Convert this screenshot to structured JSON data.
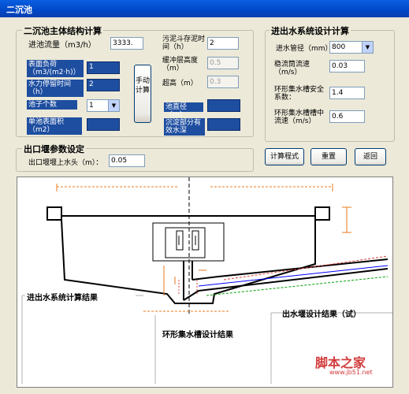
{
  "window": {
    "title": "二沉池"
  },
  "main_structure": {
    "title": "二沉池主体结构计算",
    "inflow_label": "进池流量（m3/h）",
    "inflow_value": "3333.",
    "sludge_time_label": "污泥斗存泥时间（h）",
    "sludge_time_value": "2",
    "surface_load_label": "表面负荷（m3/(m2·h)）",
    "surface_load_value": "1",
    "hold_time_label": "水力停留时间（h）",
    "hold_time_value": "2",
    "buffer_height_label": "缓冲层高度（m）",
    "buffer_height_value": "0.5",
    "superelev_label": "超高（m）",
    "superelev_value": "0.3",
    "pool_count_label": "池子个数",
    "pool_count_value": "1",
    "manual_calc_button": "手动计算",
    "single_area_label": "单池表面积（m2）",
    "diameter_label": "池直径（m）",
    "effective_depth_label": "沉淀部分有效水深"
  },
  "inlet_system": {
    "title": "进出水系统设计计算",
    "pipe_diameter_label": "进水管径（mm）",
    "pipe_diameter_value": "800",
    "flow_speed_label": "稳流筒流速（m/s）",
    "flow_speed_value": "0.03",
    "safety_factor_label": "环形集水槽安全系数：",
    "safety_factor_value": "1.4",
    "channel_speed_label": "环形集水槽槽中流速（m/s）",
    "channel_speed_value": "0.6"
  },
  "weir": {
    "title": "出口堰参数设定",
    "head_label": "出口堰堰上水头（m）：",
    "head_value": "0.05"
  },
  "buttons": {
    "calc": "计算程式",
    "reset": "重置",
    "back": "返回"
  },
  "results": {
    "inlet_result": "进出水系统计算结果",
    "channel_result": "环形集水槽设计结果",
    "weir_result": "出水堰设计结果（试）"
  },
  "watermark": {
    "site": "脚本之家",
    "url": "www.jb51.net"
  },
  "colors": {
    "titlebar": "#0047C8",
    "blue_field": "#1E4EA0",
    "drawing_black": "#000000",
    "dim_orange": "#E87A1E",
    "water_blue": "#0000FF",
    "green_dash": "#00A000"
  }
}
